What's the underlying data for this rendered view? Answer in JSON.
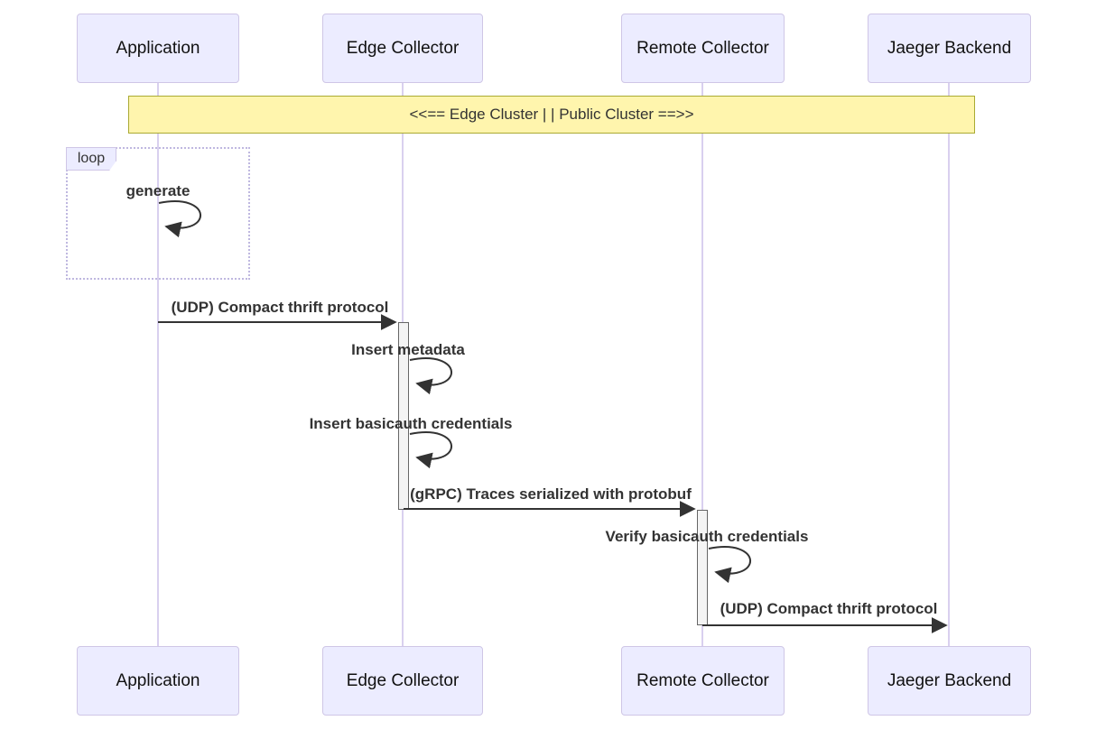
{
  "diagram": {
    "type": "sequence",
    "actors": [
      {
        "name": "Application"
      },
      {
        "name": "Edge Collector"
      },
      {
        "name": "Remote Collector"
      },
      {
        "name": "Jaeger Backend"
      }
    ],
    "note": {
      "text": "<<== Edge Cluster | | Public Cluster ==>>",
      "over": [
        "Application",
        "Jaeger Backend"
      ]
    },
    "loop": {
      "label": "loop"
    },
    "messages": [
      {
        "label": "generate",
        "from": "Application",
        "to": "Application",
        "kind": "self"
      },
      {
        "label": "(UDP) Compact thrift protocol",
        "from": "Application",
        "to": "Edge Collector",
        "kind": "solid-arrow"
      },
      {
        "label": "Insert metadata",
        "from": "Edge Collector",
        "to": "Edge Collector",
        "kind": "self"
      },
      {
        "label": "Insert basicauth credentials",
        "from": "Edge Collector",
        "to": "Edge Collector",
        "kind": "self"
      },
      {
        "label": "(gRPC) Traces serialized with protobuf",
        "from": "Edge Collector",
        "to": "Remote Collector",
        "kind": "solid-arrow"
      },
      {
        "label": "Verify basicauth credentials",
        "from": "Remote Collector",
        "to": "Remote Collector",
        "kind": "self"
      },
      {
        "label": "(UDP) Compact thrift protocol",
        "from": "Remote Collector",
        "to": "Jaeger Backend",
        "kind": "solid-arrow"
      }
    ],
    "colors": {
      "actor_fill": "#ECECFF",
      "actor_border": "#CFC6E6",
      "lifeline": "#D9D0EF",
      "note_fill": "#FFF5AD",
      "note_border": "#AAAA33",
      "loop_border": "#BFB8E0",
      "activation_fill": "#F4F4F4",
      "activation_border": "#666666",
      "message_text": "#333333"
    }
  }
}
